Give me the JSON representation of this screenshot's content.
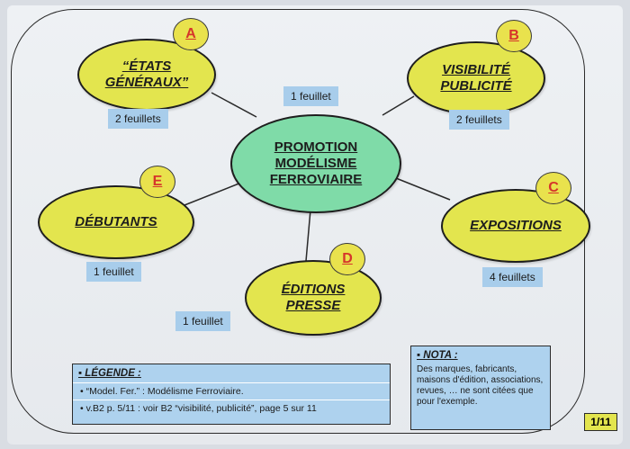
{
  "center": {
    "line1": "PROMOTION",
    "line2": "MODÉLISME",
    "line3": "FERROVIAIRE",
    "tag": "1 feuillet"
  },
  "nodes": {
    "a": {
      "letter": "A",
      "line1": "“ÉTATS",
      "line2": "GÉNÉRAUX”",
      "tag": "2 feuillets"
    },
    "b": {
      "letter": "B",
      "line1": "VISIBILITÉ",
      "line2": "PUBLICITÉ",
      "tag": "2 feuillets"
    },
    "c": {
      "letter": "C",
      "line1": "EXPOSITIONS",
      "tag": "4 feuillets"
    },
    "d": {
      "letter": "D",
      "line1": "ÉDITIONS",
      "line2": "PRESSE",
      "tag": "1 feuillet"
    },
    "e": {
      "letter": "E",
      "line1": "DÉBUTANTS",
      "tag": "1 feuillet"
    }
  },
  "legend": {
    "title": "▪ LÉGENDE :",
    "line1": "• “Model. Fer.” : Modélisme Ferroviaire.",
    "line2": "• v.B2 p. 5/11 : voir B2 “visibilité, publicité”, page 5 sur 11"
  },
  "nota": {
    "title": "▪ NOTA :",
    "text": "Des marques, fabricants, maisons d'édition, associations, revues, … ne sont citées que pour l'exemple."
  },
  "page_number": "1/11",
  "colors": {
    "yellow": "#e3e54e",
    "green": "#7fdba8",
    "blue_tag": "#a8cdeb",
    "letter_red": "#d6342b"
  }
}
